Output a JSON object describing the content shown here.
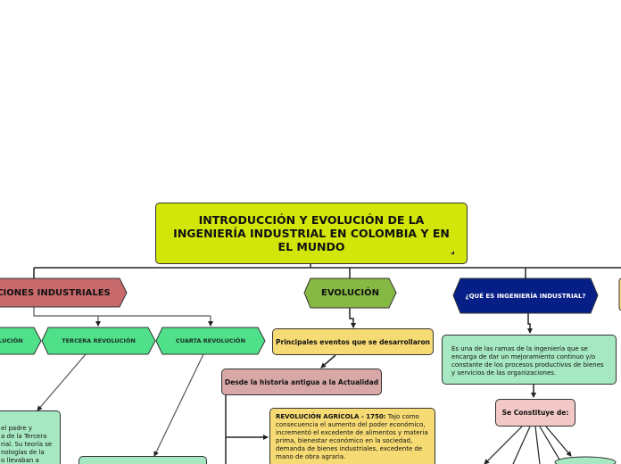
{
  "title": "INTRODUCCIÓN Y EVOLUCIÓN DE LA INGENIERÍA INDUSTRIAL EN COLOMBIA Y EN EL MUNDO",
  "branches": {
    "revoluciones": "CIONES INDUSTRIALES",
    "evolucion": "EVOLUCIÓN",
    "que_es": "¿QUÉ ES INGENIERÍA INDUSTRIAL?"
  },
  "revoluciones_children": {
    "segunda": "LUCIÓN",
    "tercera": "TERCERA REVOLUCIÓN",
    "cuarta": "CUARTA REVOLUCIÓN"
  },
  "evolucion_children": {
    "principales": "Principales eventos que se desarrollaron",
    "historia": "Desde la historia antigua a la Actualidad",
    "agricola_title": "REVOLUCIÓN AGRÍCOLA  - 1750:",
    "agricola_text": " Tajo como consecuencia el aumento del poder económico, incrementó el excedente de alimentos y materia prima,  bienestar económico en la sociedad, demanda de bienes industriales, excedente de mano de obra agraria."
  },
  "que_es_children": {
    "definicion": "Es una de las ramas de la ingeniería que se encarga de dar un mejoramiento continuo y/o constante de los procesos productivos de bienes y servicios de las organizaciones.",
    "constituye": "Se Constituye de:"
  },
  "partial_text": {
    "left_box": "el padre y\na de la Tercera\nrial. Su teoría se\nnologías de la\no llevaban a\nn ambiental,"
  },
  "colors": {
    "title_bg": "#d2e60a",
    "revoluciones_bg": "#c8696b",
    "evolucion_bg": "#86b944",
    "que_es_bg": "#061f86",
    "hex_green": "#4fe089",
    "yellow": "#f6db74",
    "pink": "#d8a8a6",
    "mint": "#a6e8c2",
    "light_pink": "#f2c9c7"
  }
}
